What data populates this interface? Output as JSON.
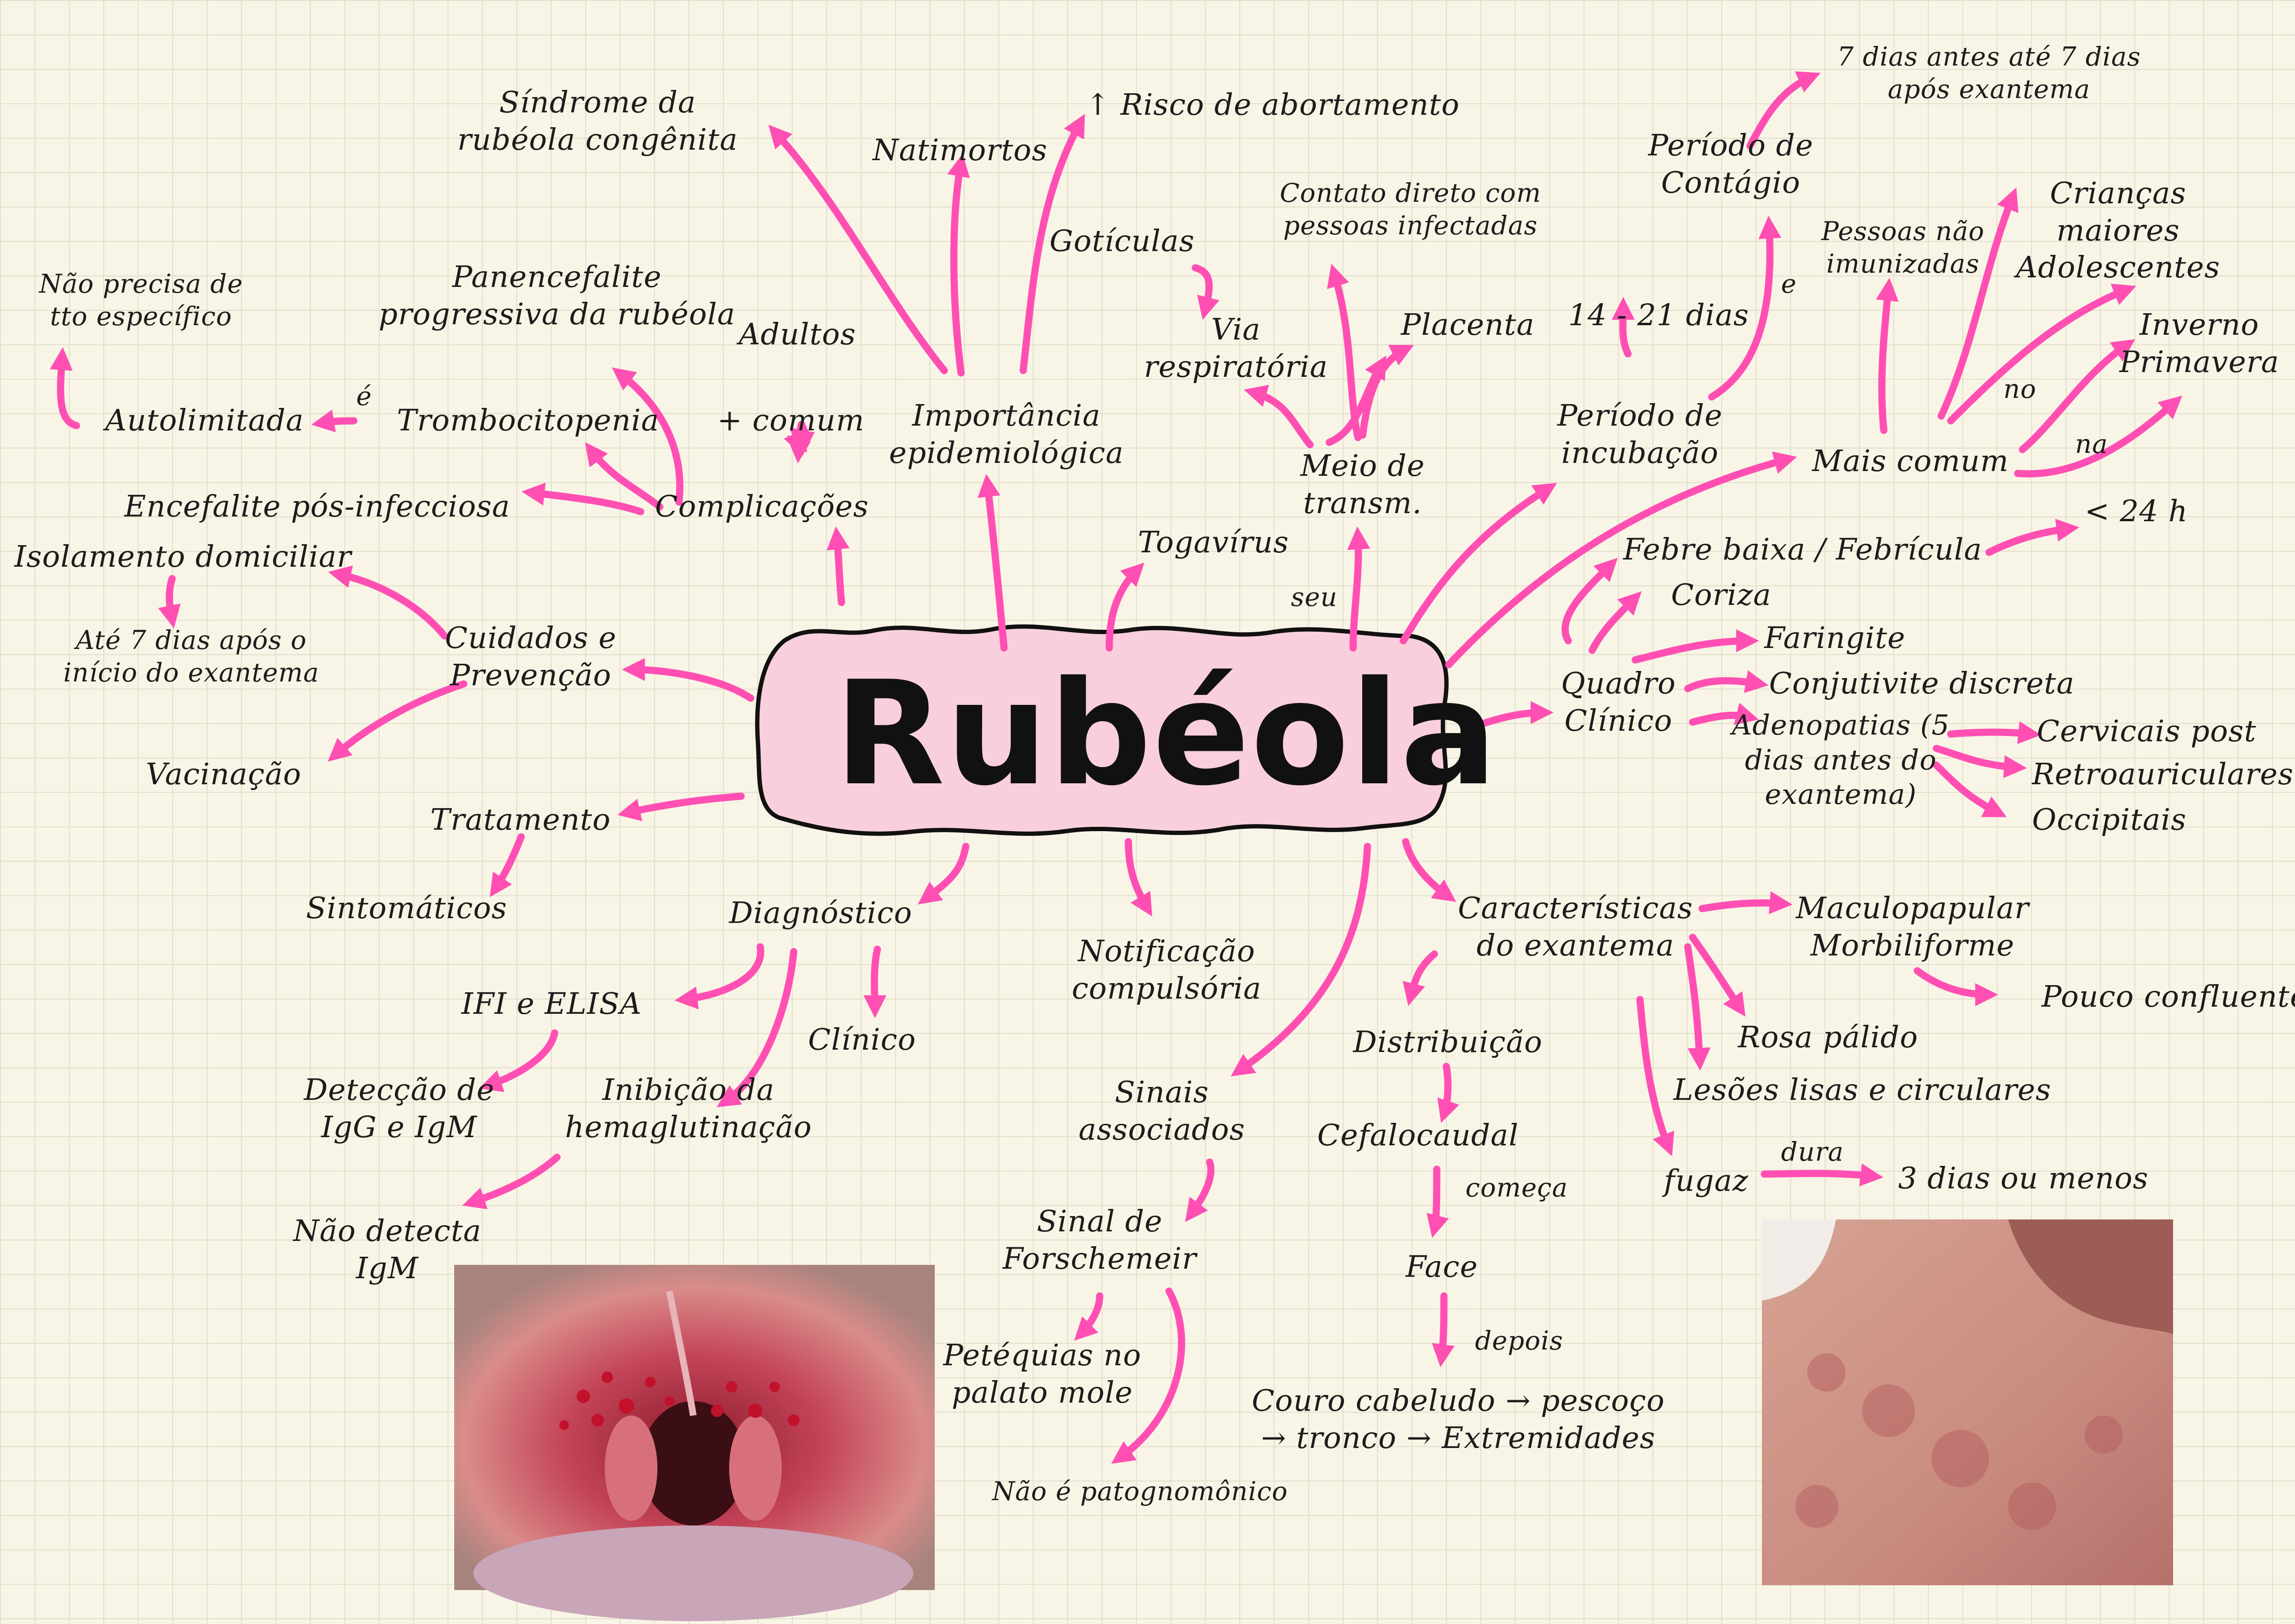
{
  "colors": {
    "accent": "#ff4fb3",
    "blob": "#f9cfdb",
    "ink": "#1c1c1c",
    "paper": "#f8f5e6"
  },
  "center": "Rubéola",
  "top_left": {
    "sindrome": "Síndrome da rubéola congênita",
    "natimortos": "Natimortos",
    "risco": "↑ Risco de abortamento",
    "importancia": "Importância epidemiológica",
    "panencefalite": "Panencefalite progressiva da rubéola",
    "adultos": "Adultos",
    "mais_comum_adultos": "+ comum",
    "nao_precisa": "Não precisa de tto específico",
    "autolimitada": "Autolimitada",
    "e_label": "é",
    "trombocitopenia": "Trombocitopenia",
    "encefalite": "Encefalite pós-infecciosa",
    "complicacoes": "Complicações",
    "isolamento": "Isolamento domiciliar",
    "ate_7_dias": "Até 7 dias após o início do exantema",
    "cuidados": "Cuidados e Prevenção",
    "vacinacao": "Vacinação",
    "tratamento": "Tratamento",
    "sintomaticos": "Sintomáticos"
  },
  "top_right": {
    "goticulas": "Gotículas",
    "contato": "Contato direto com pessoas infectadas",
    "via_resp": "Via respiratória",
    "placenta": "Placenta",
    "meio": "Meio de transm.",
    "togavirus": "Togavírus",
    "seu": "seu",
    "sete_dias": "7 dias antes até 7 dias após exantema",
    "periodo_contagio": "Período de Contágio",
    "e_label2": "e",
    "dias_14_21": "14 - 21 dias",
    "periodo_incub": "Período de incubação",
    "pessoas_nao": "Pessoas não imunizadas",
    "criancas": "Crianças maiores Adolescentes",
    "inverno": "Inverno Primavera",
    "no": "no",
    "na": "na",
    "mais_comum": "Mais comum",
    "febre": "Febre baixa / Febrícula",
    "menos_24h": "< 24 h",
    "coriza": "Coriza",
    "faringite": "Faringite",
    "conjuntivite": "Conjutivite discreta",
    "adenopatias": "Adenopatias (5 dias antes do exantema)",
    "quadro": "Quadro Clínico",
    "cervicais": "Cervicais post",
    "retro": "Retroauriculares",
    "occipitais": "Occipitais"
  },
  "bottom": {
    "diagnostico": "Diagnóstico",
    "ifi": "IFI e ELISA",
    "clinico": "Clínico",
    "deteccao": "Detecção de IgG e IgM",
    "inibicao": "Inibição da hemaglutinação",
    "nao_detecta": "Não detecta IgM",
    "notificacao": "Notificação compulsória",
    "sinais": "Sinais associados",
    "sinal_forsch": "Sinal de Forschemeir",
    "petequias": "Petéquias no palato mole",
    "nao_patogn": "Não é patognomônico",
    "caracteristicas": "Características do exantema",
    "maculopapular": "Maculopapular Morbiliforme",
    "pouco_conf": "Pouco confluente",
    "distribuicao": "Distribuição",
    "rosa": "Rosa pálido",
    "lesoes": "Lesões lisas e circulares",
    "cefalocaudal": "Cefalocaudal",
    "comeca": "começa",
    "face": "Face",
    "depois": "depois",
    "couro": "Couro cabeludo → pescoço → tronco → Extremidades",
    "fugaz": "fugaz",
    "dura": "dura",
    "tres_dias": "3 dias ou menos"
  },
  "photos": {
    "throat": "throat-petechiae-photo",
    "rash": "neck-rash-photo"
  }
}
